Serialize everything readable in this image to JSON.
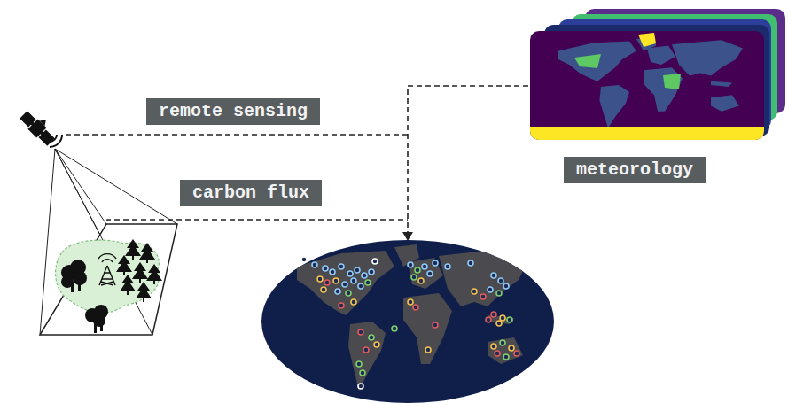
{
  "diagram": {
    "nodes": [
      {
        "text": [
          "remote sensing"
        ]
      },
      {
        "text": [
          "carbon flux"
        ]
      },
      {
        "text": [
          "meteorology"
        ]
      }
    ]
  }
}
